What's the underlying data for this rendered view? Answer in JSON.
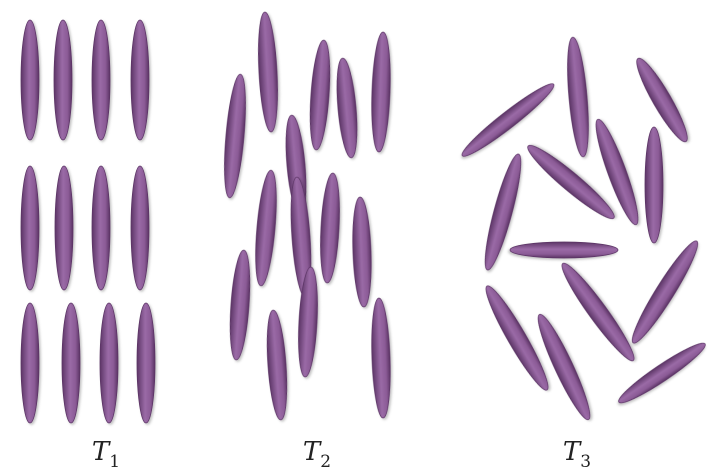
{
  "colors": {
    "background": "#ffffff",
    "molecule_fill": "#8b5b96",
    "molecule_dark": "#5c3566",
    "molecule_light": "#b48cc0",
    "text": "#222222"
  },
  "panels": [
    {
      "label": {
        "base": "T",
        "sub": "1"
      }
    },
    {
      "label": {
        "base": "T",
        "sub": "2"
      }
    },
    {
      "label": {
        "base": "T",
        "sub": "3"
      }
    }
  ]
}
